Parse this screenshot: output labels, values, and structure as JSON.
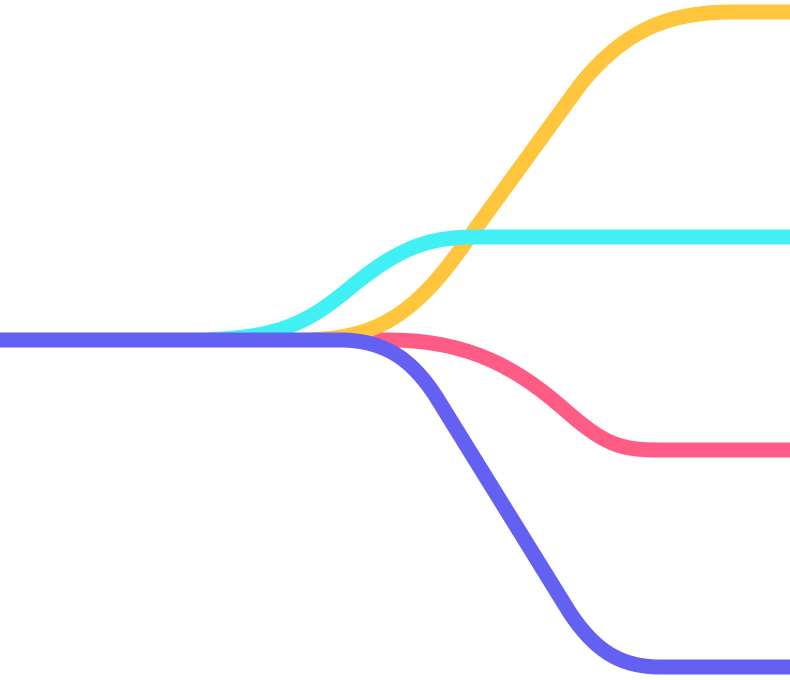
{
  "diagram": {
    "type": "branching-lines",
    "background": "#ffffff",
    "branches": [
      {
        "id": "yellow",
        "color": "#FFC53D"
      },
      {
        "id": "cyan",
        "color": "#41F0F5"
      },
      {
        "id": "pink",
        "color": "#FF5C85"
      },
      {
        "id": "indigo",
        "color": "#6460F2"
      }
    ]
  }
}
